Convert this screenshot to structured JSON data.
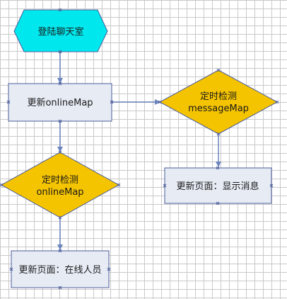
{
  "diagram": {
    "nodes": {
      "login": {
        "label": "登陆聊天室",
        "shape": "hexagon",
        "fill": "#00e8ee"
      },
      "update_online": {
        "label": "更新onlineMap",
        "shape": "rectangle",
        "fill": "#e6ebf4"
      },
      "check_message": {
        "line1": "定时检测",
        "line2": "messageMap",
        "shape": "diamond",
        "fill": "#f5c400"
      },
      "check_online": {
        "line1": "定时检测",
        "line2": "onlineMap",
        "shape": "diamond",
        "fill": "#f5c400"
      },
      "show_message": {
        "label": "更新页面：显示消息",
        "shape": "rectangle",
        "fill": "#e6ebf4"
      },
      "online_users": {
        "label": "更新页面：在线人员",
        "shape": "rectangle",
        "fill": "#e6ebf4"
      }
    },
    "edges": [
      {
        "from": "login",
        "to": "update_online"
      },
      {
        "from": "update_online",
        "to": "check_message"
      },
      {
        "from": "update_online",
        "to": "check_online"
      },
      {
        "from": "check_message",
        "to": "show_message"
      },
      {
        "from": "check_online",
        "to": "online_users"
      }
    ],
    "colors": {
      "connector": "#6b85bd",
      "border": "#4a5c9a",
      "grid": "#c9c9c9"
    }
  }
}
